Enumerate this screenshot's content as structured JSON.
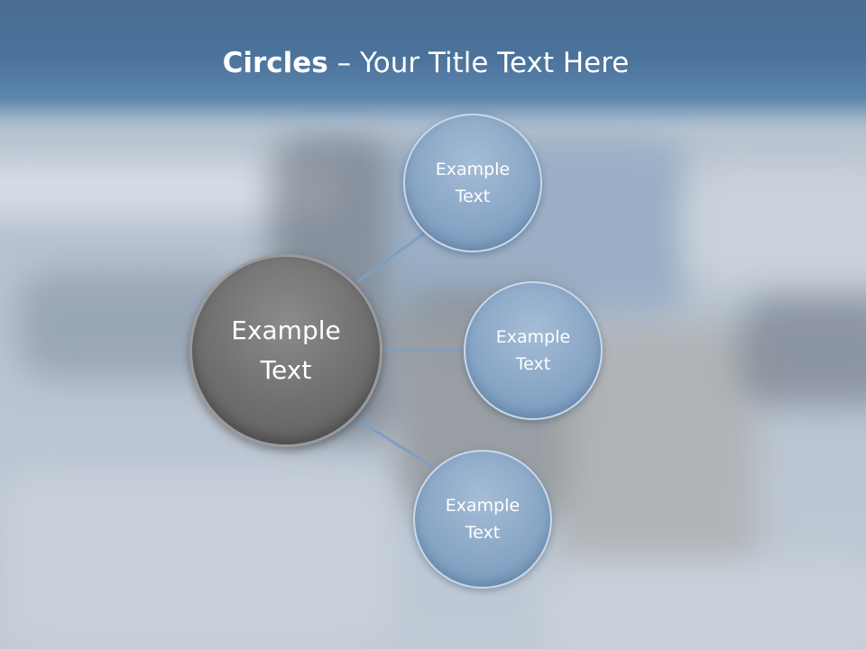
{
  "slide": {
    "title_bold": "Circles",
    "title_rest": " – Your Title Text Here"
  },
  "diagram": {
    "hub": {
      "label": "Example Text"
    },
    "nodes": [
      {
        "label": "Example Text"
      },
      {
        "label": "Example Text"
      },
      {
        "label": "Example Text"
      }
    ]
  },
  "colors": {
    "header": "#4b739b",
    "hub": "#6f6f6f",
    "node": "#86a4c4",
    "connector": "#7f9fc2",
    "text": "#ffffff"
  }
}
